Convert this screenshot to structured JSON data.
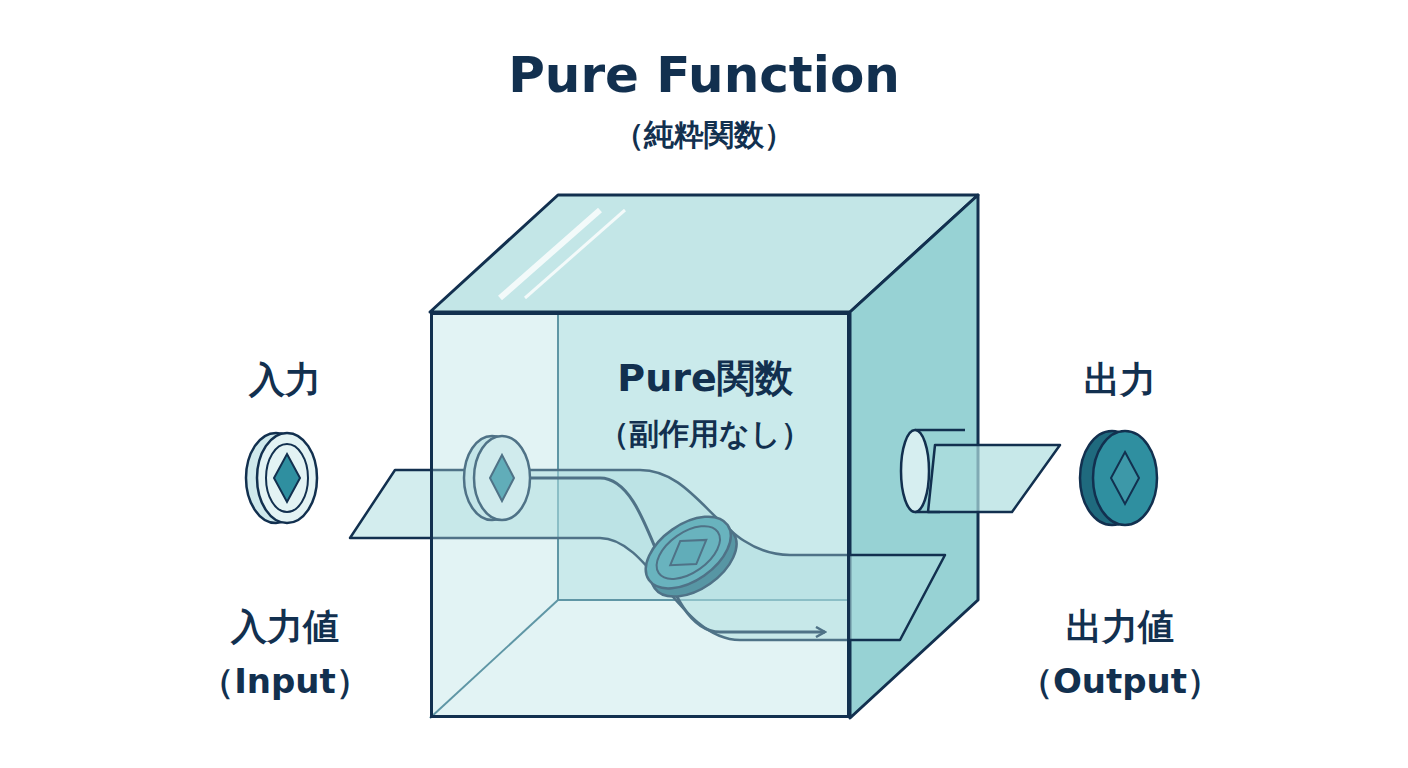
{
  "diagram": {
    "title": "Pure Function",
    "nodes": [
      {
        "text": [
          "Pure関数",
          "（副作用なし）"
        ]
      }
    ],
    "labels": [
      "（純粋関数）",
      "入力",
      "入力値",
      "（Input）",
      "出力",
      "出力値",
      "（Output）"
    ]
  }
}
